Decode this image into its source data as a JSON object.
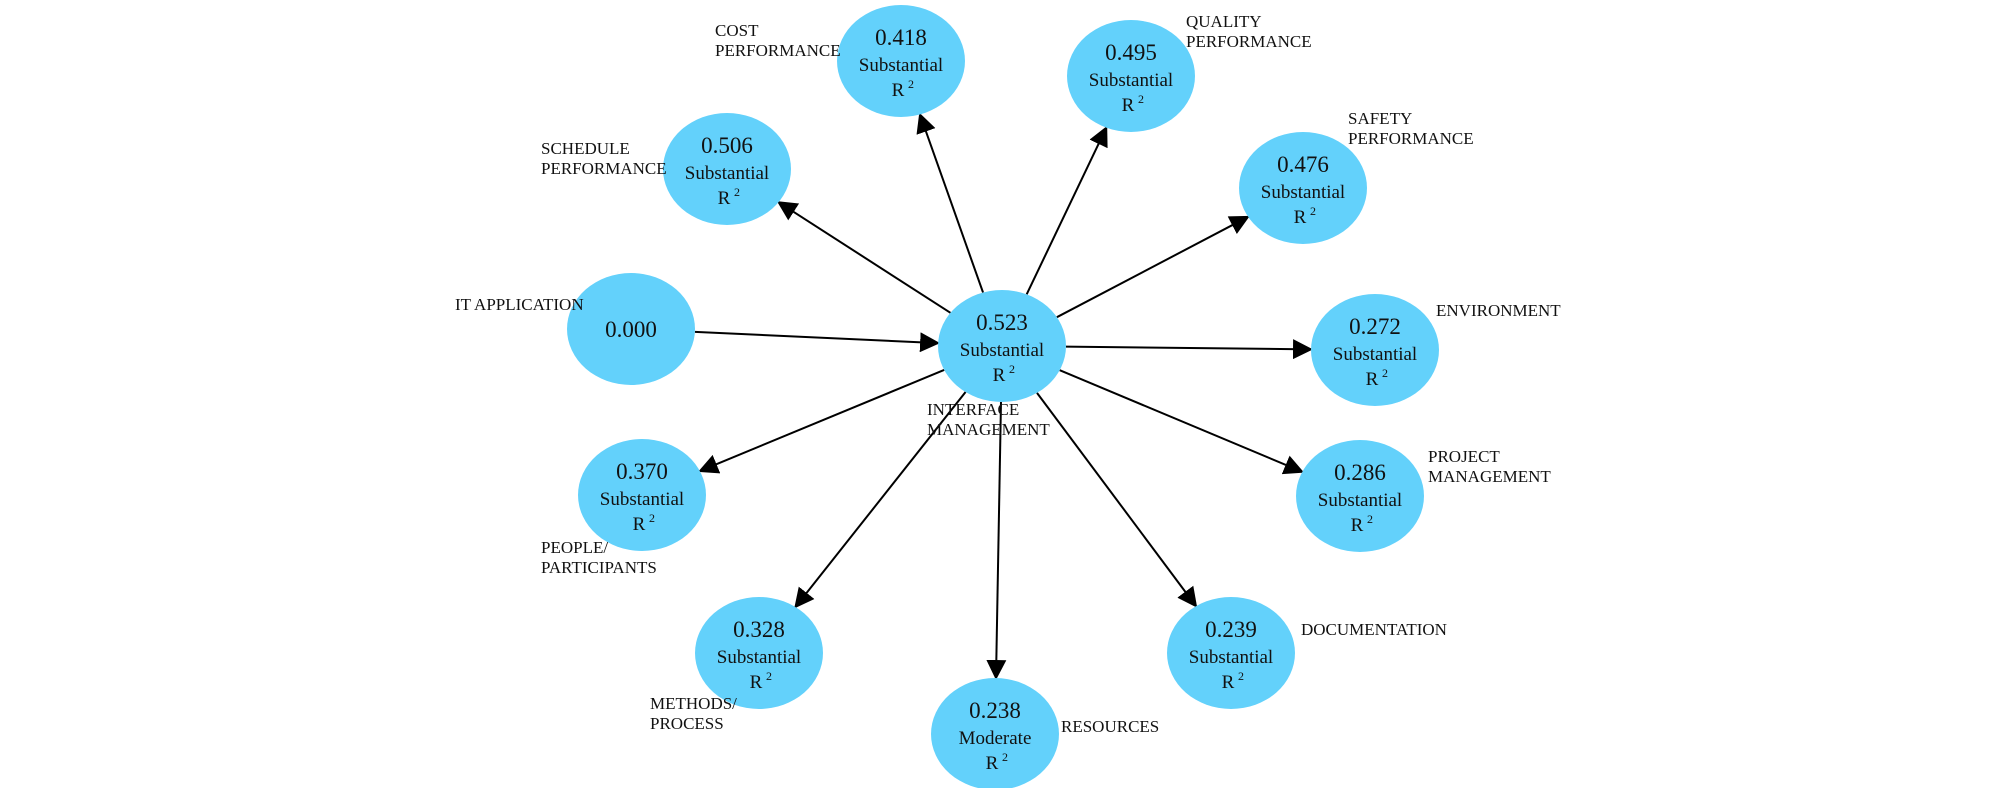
{
  "colors": {
    "node_fill": "#63d1fb",
    "arrow": "#000000",
    "text": "#111111"
  },
  "center": {
    "id": "interface",
    "label": [
      "INTERFACE",
      "MANAGEMENT"
    ],
    "value": "0.523",
    "rating": "Substantial",
    "metric": "R",
    "metric_sup": "2"
  },
  "nodes": [
    {
      "id": "it",
      "label": [
        "IT APPLICATION"
      ],
      "value": "0.000",
      "rating": "",
      "metric": "",
      "metric_sup": "",
      "direction": "in"
    },
    {
      "id": "schedule",
      "label": [
        "SCHEDULE",
        "PERFORMANCE"
      ],
      "value": "0.506",
      "rating": "Substantial",
      "metric": "R",
      "metric_sup": "2",
      "direction": "out"
    },
    {
      "id": "cost",
      "label": [
        "COST",
        "PERFORMANCE"
      ],
      "value": "0.418",
      "rating": "Substantial",
      "metric": "R",
      "metric_sup": "2",
      "direction": "out"
    },
    {
      "id": "quality",
      "label": [
        "QUALITY",
        "PERFORMANCE"
      ],
      "value": "0.495",
      "rating": "Substantial",
      "metric": "R",
      "metric_sup": "2",
      "direction": "out"
    },
    {
      "id": "safety",
      "label": [
        "SAFETY",
        "PERFORMANCE"
      ],
      "value": "0.476",
      "rating": "Substantial",
      "metric": "R",
      "metric_sup": "2",
      "direction": "out"
    },
    {
      "id": "environment",
      "label": [
        "ENVIRONMENT"
      ],
      "value": "0.272",
      "rating": "Substantial",
      "metric": "R",
      "metric_sup": "2",
      "direction": "out"
    },
    {
      "id": "project",
      "label": [
        "PROJECT",
        "MANAGEMENT"
      ],
      "value": "0.286",
      "rating": "Substantial",
      "metric": "R",
      "metric_sup": "2",
      "direction": "out"
    },
    {
      "id": "documentation",
      "label": [
        "DOCUMENTATION"
      ],
      "value": "0.239",
      "rating": "Substantial",
      "metric": "R",
      "metric_sup": "2",
      "direction": "out"
    },
    {
      "id": "resources",
      "label": [
        "RESOURCES"
      ],
      "value": "0.238",
      "rating": "Moderate",
      "metric": "R",
      "metric_sup": "2",
      "direction": "out"
    },
    {
      "id": "methods",
      "label": [
        "METHODS/",
        "PROCESS"
      ],
      "value": "0.328",
      "rating": "Substantial",
      "metric": "R",
      "metric_sup": "2",
      "direction": "out"
    },
    {
      "id": "people",
      "label": [
        "PEOPLE/",
        "PARTICIPANTS"
      ],
      "value": "0.370",
      "rating": "Substantial",
      "metric": "R",
      "metric_sup": "2",
      "direction": "out"
    }
  ]
}
